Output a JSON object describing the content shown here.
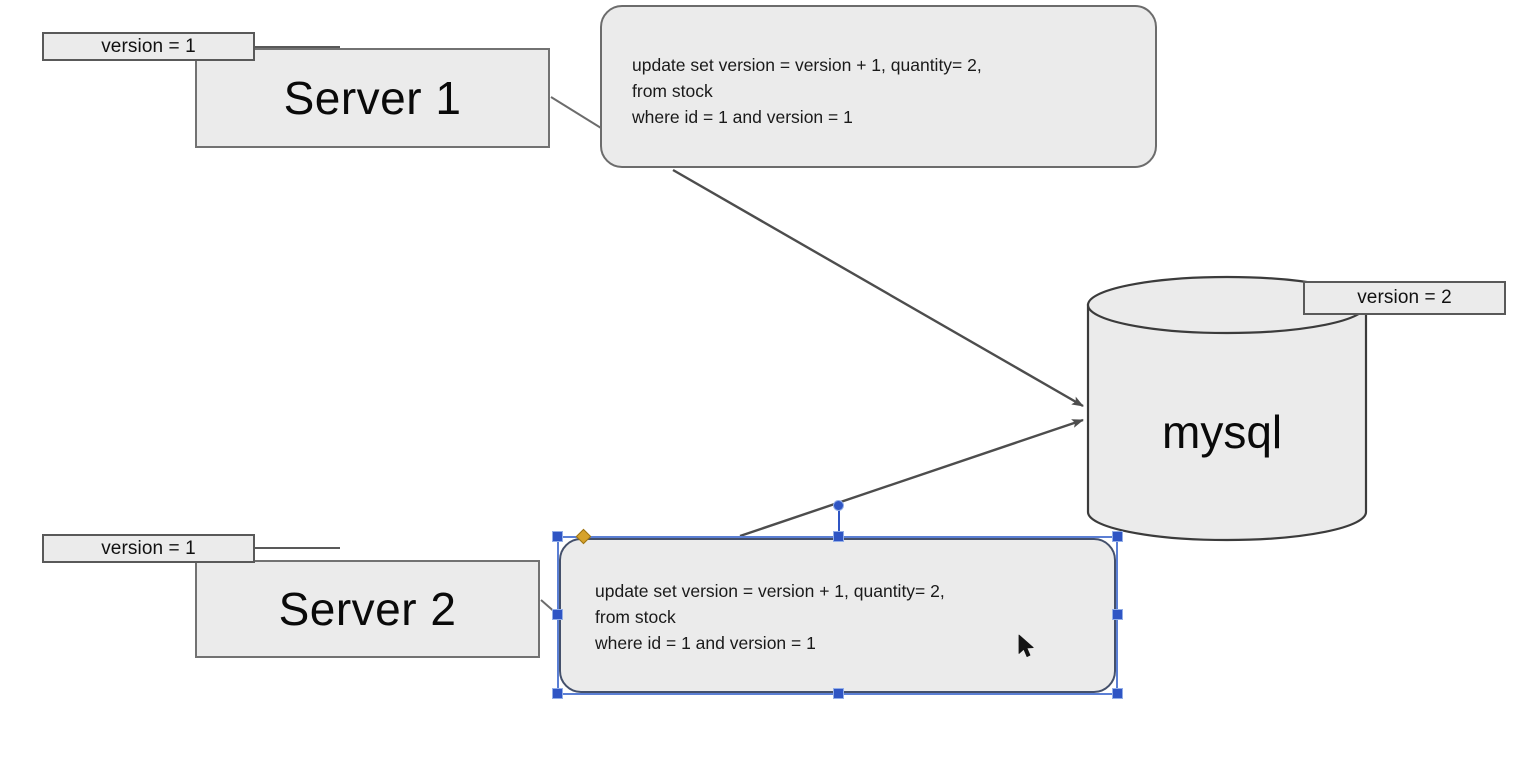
{
  "diagram": {
    "title": "optimistic locking version conflict diagram",
    "background_color": "#ffffff",
    "shape_fill": "#ebebeb",
    "shape_stroke": "#6c6c6c",
    "selection_color": "#2f55c4",
    "rotate_handle_color": "#d6a22b"
  },
  "nodes": {
    "server1": {
      "label": "Server 1",
      "version_badge": "version = 1"
    },
    "server2": {
      "label": "Server 2",
      "version_badge": "version = 1"
    },
    "database": {
      "label": "mysql",
      "version_badge": "version = 2",
      "shape": "cylinder"
    }
  },
  "sql_boxes": {
    "server1_query": {
      "line1": "update set version = version + 1, quantity= 2,",
      "line2": "from stock",
      "line3": "where id = 1 and version = 1",
      "selected": "false"
    },
    "server2_query": {
      "line1": "update set version = version + 1, quantity= 2,",
      "line2": "from stock",
      "line3": "where id = 1 and version = 1",
      "selected": "true"
    }
  },
  "selection": {
    "handle_count": "8",
    "rotate_handle": "rotate-handle",
    "anchor_handle": "anchor-handle"
  },
  "cursor": {
    "icon": "mouse-pointer"
  }
}
